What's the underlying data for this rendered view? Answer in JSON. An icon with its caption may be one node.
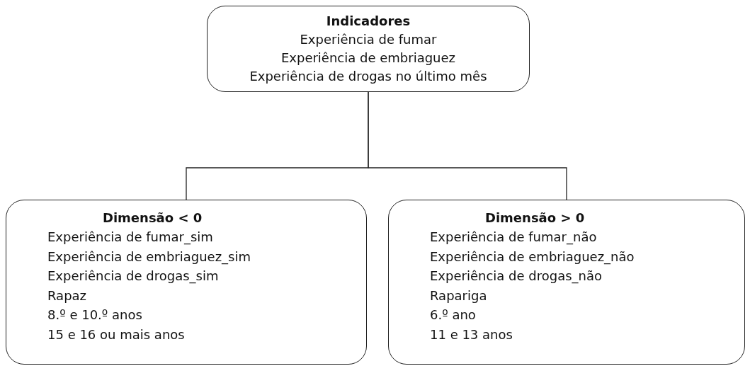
{
  "diagram": {
    "nodes": [
      {
        "text": [
          "Indicadores",
          "Experiência de fumar",
          "Experiência de embriaguez",
          "Experiência de drogas no último mês"
        ]
      },
      {
        "text": [
          "Dimensão < 0",
          "Experiência de fumar_sim",
          "Experiência de embriaguez_sim",
          "Experiência de drogas_sim",
          "Rapaz",
          "8.º e 10.º anos",
          "15 e 16 ou mais anos"
        ]
      },
      {
        "text": [
          "Dimensão > 0",
          "Experiência de fumar_não",
          "Experiência de embriaguez_não",
          "Experiência de drogas_não",
          "Rapariga",
          "6.º ano",
          "11 e 13 anos"
        ]
      }
    ],
    "edges": [
      {
        "from": 0,
        "to": 1,
        "arrow": "none"
      },
      {
        "from": 0,
        "to": 2,
        "arrow": "none"
      }
    ]
  }
}
